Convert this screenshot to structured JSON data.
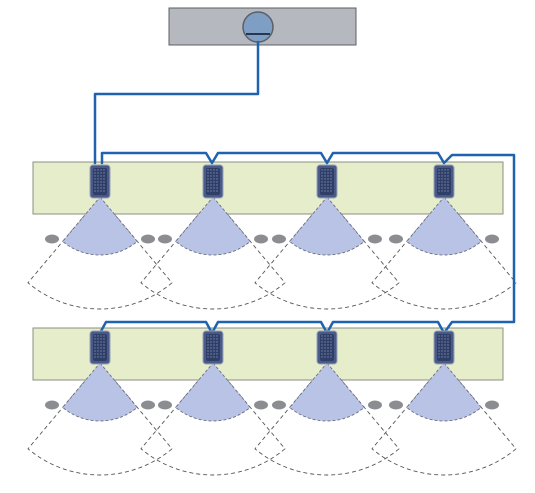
{
  "diagram": {
    "colors": {
      "background": "#ffffff",
      "controller_fill": "#b5b8bf",
      "controller_stroke": "#5b5f66",
      "controller_lens": "#7f9ec4",
      "table_fill": "#e5edcb",
      "table_stroke": "#8b8f80",
      "cable": "#1f63b0",
      "mic_fill": "#2f3e66",
      "mic_stroke": "#9aa4b8",
      "coverage_fill": "#b9c3e6",
      "coverage_stroke": "#555555",
      "chair_fill": "#8b8d90"
    },
    "rows": [
      {
        "name": "table-row-1",
        "mic_count": 4
      },
      {
        "name": "table-row-2",
        "mic_count": 4
      }
    ],
    "icons": {
      "controller": "ceiling-controller-icon",
      "mic": "table-microphone-icon",
      "chair": "chair-icon"
    }
  }
}
